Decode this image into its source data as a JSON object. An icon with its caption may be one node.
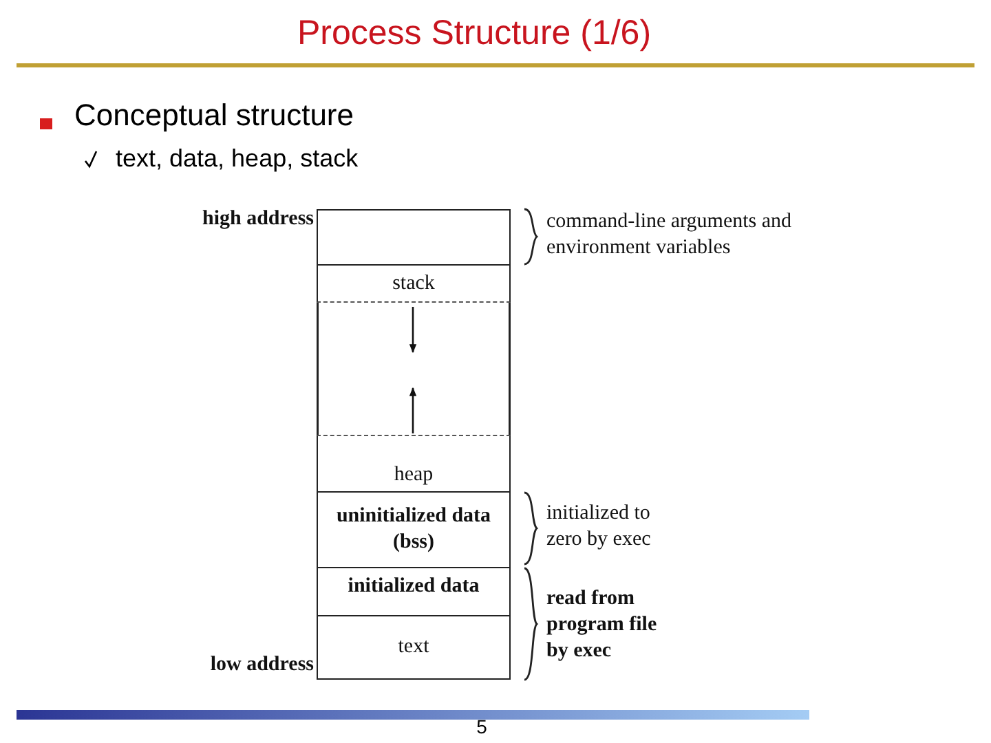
{
  "diagram": {
    "title": "Process Structure (1/6)",
    "nodes": [
      {
        "text": [],
        "shape": "box"
      },
      {
        "text": [
          "stack"
        ]
      },
      {
        "text": [
          "heap"
        ]
      },
      {
        "text": [
          "uninitialized data (bss)"
        ]
      },
      {
        "text": [
          "initialized data"
        ]
      },
      {
        "text": [
          "text"
        ]
      }
    ],
    "edges": [],
    "labels": [
      "Conceptual structure",
      "text, data, heap, stack",
      "high address",
      "command-line arguments and environment variables",
      "initialized to zero by exec",
      "read from program file by exec",
      "low address",
      "5"
    ]
  }
}
